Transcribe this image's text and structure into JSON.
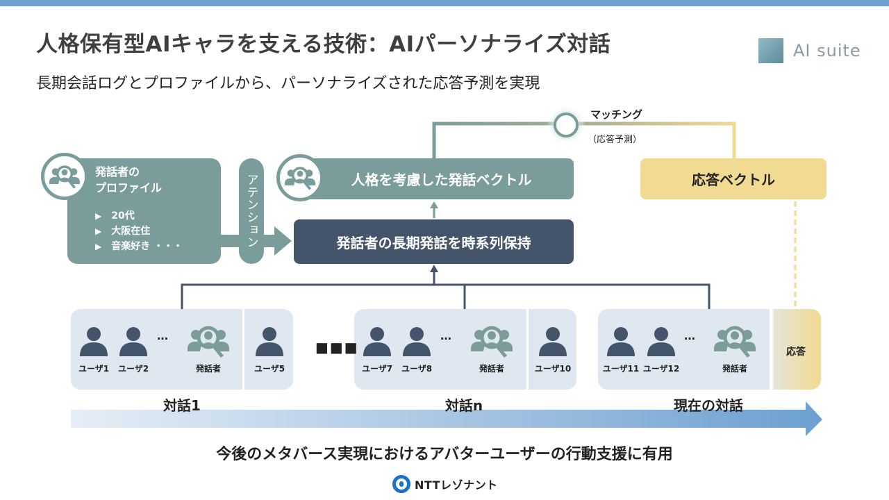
{
  "header": {
    "title": "人格保有型AIキャラを支える技術：AIパーソナライズ対話",
    "subtitle": "長期会話ログとプロファイルから、パーソナライズされた応答予測を実現",
    "logo_text": "AI suite"
  },
  "profile": {
    "title_line1": "発話者の",
    "title_line2": "プロファイル",
    "items": [
      "20代",
      "大阪在住",
      "音楽好き ・・・"
    ]
  },
  "attention": "アテンション",
  "persona_vector": "人格を考慮した発話ベクトル",
  "history": "発話者の長期発話を時系列保持",
  "matching": {
    "label": "マッチング",
    "sub": "（応答予測）"
  },
  "response_vector": "応答ベクトル",
  "dialogs": [
    {
      "label": "対話1",
      "users": [
        "ユーザ1",
        "ユーザ2"
      ],
      "speaker": "発話者",
      "next": "ユーザ5"
    },
    {
      "label": "対話n",
      "users": [
        "ユーザ7",
        "ユーザ8"
      ],
      "speaker": "発話者",
      "next": "ユーザ10"
    },
    {
      "label": "現在の対話",
      "users": [
        "ユーザ11",
        "ユーザ12"
      ],
      "speaker": "発話者",
      "next": "応答"
    }
  ],
  "ellipsis": "…",
  "between_ellipsis": "■■■",
  "bottom_text": "今後のメタバース実現におけるアバターユーザーの行動支援に有用",
  "footer_logo": "NTTレゾナント",
  "colors": {
    "teal": "#7a9c9a",
    "navy": "#44546a",
    "yellow": "#f1da91",
    "light": "#dfe8f1",
    "accent": "#6c9fd0"
  }
}
